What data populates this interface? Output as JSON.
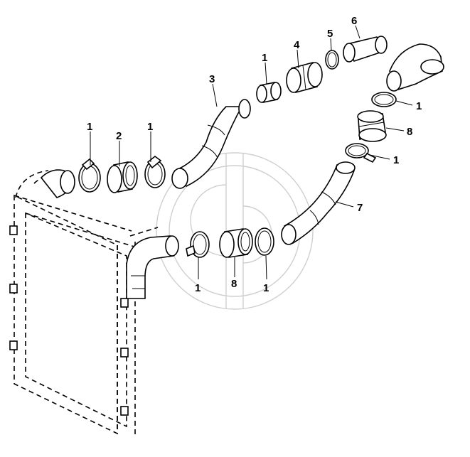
{
  "diagram": {
    "callouts": [
      {
        "id": "c-hose-upper-left-clamp-a",
        "label": "1"
      },
      {
        "id": "c-hose-upper-left-sleeve",
        "label": "2"
      },
      {
        "id": "c-hose-upper-left-clamp-b",
        "label": "1"
      },
      {
        "id": "c-hose-long-upper",
        "label": "3"
      },
      {
        "id": "c-clamp-top",
        "label": "1"
      },
      {
        "id": "c-sleeve-top",
        "label": "4"
      },
      {
        "id": "c-clamp-small-top",
        "label": "5"
      },
      {
        "id": "c-elbow-top",
        "label": "6"
      },
      {
        "id": "c-clamp-right-upper",
        "label": "1"
      },
      {
        "id": "c-sleeve-right",
        "label": "8"
      },
      {
        "id": "c-clamp-right-lower",
        "label": "1"
      },
      {
        "id": "c-hose-long-lower",
        "label": "7"
      },
      {
        "id": "c-clamp-lower-left",
        "label": "1"
      },
      {
        "id": "c-sleeve-lower",
        "label": "8"
      },
      {
        "id": "c-clamp-lower-right",
        "label": "1"
      }
    ]
  }
}
